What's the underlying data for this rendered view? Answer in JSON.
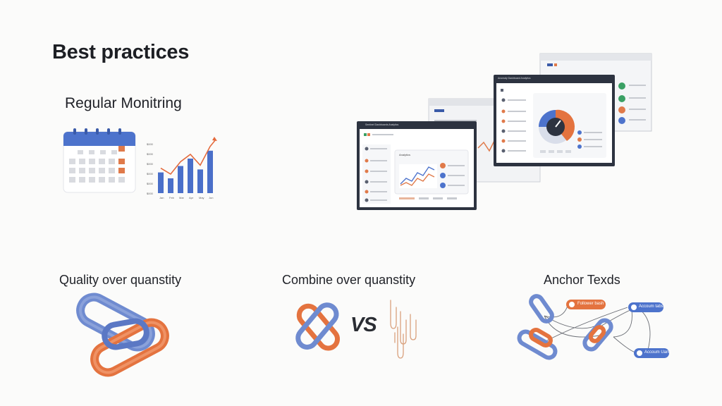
{
  "page": {
    "title": "Best practices"
  },
  "sections": {
    "regular_monitoring": {
      "heading": "Regular Monitring",
      "chart_ticks": [
        "$000",
        "$000",
        "$000",
        "$000",
        "$000",
        "$000"
      ],
      "chart_values": [
        0.42,
        0.3,
        0.55,
        0.7,
        0.48,
        0.86
      ],
      "chart_bar_color": "#4a6fc9",
      "trend_color": "#e46a3c"
    },
    "dashboards": {
      "window_titles": [
        "Sentinel Dashboards Analytics",
        "Anomaly Dashboard Analytics"
      ],
      "panel_heading": "Analytics"
    },
    "quality": {
      "heading": "Quality over quanstity"
    },
    "combine": {
      "heading": "Combine over quanstity",
      "vs_label": "VS"
    },
    "anchor": {
      "heading": "Anchor Texds",
      "tags": [
        "Follower bash",
        "Accoum tabs",
        "Accoum Uand"
      ]
    }
  },
  "colors": {
    "blue": "#5b78c4",
    "orange": "#e4733f",
    "dark_frame": "#2d3340"
  },
  "icons": [
    "calendar-icon",
    "bar-chart-icon",
    "chain-link-icon",
    "paperclip-icon",
    "gauge-icon"
  ]
}
